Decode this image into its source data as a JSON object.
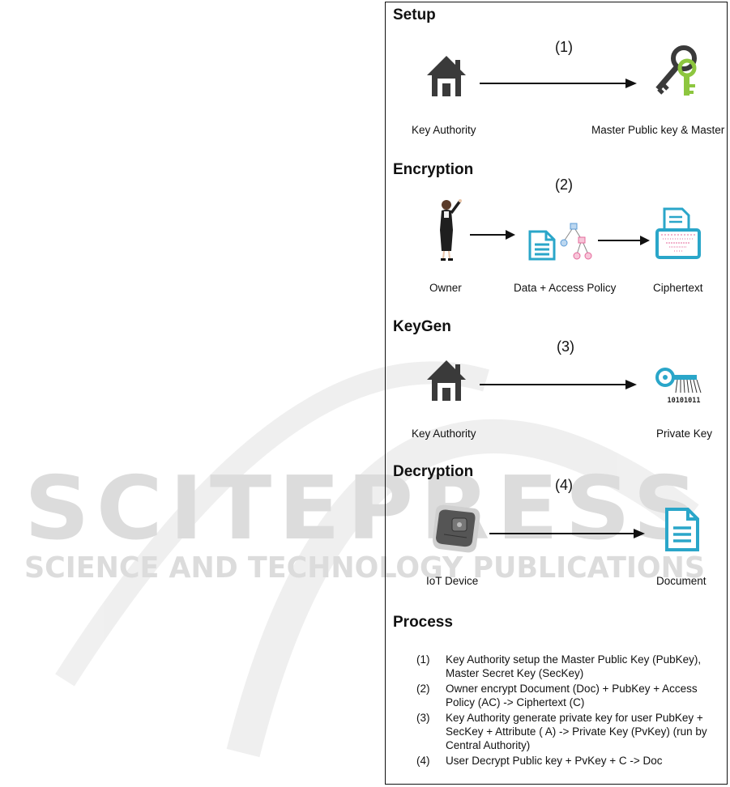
{
  "watermark": {
    "line1": "SCITEPRESS",
    "line2": "SCIENCE AND TECHNOLOGY PUBLICATIONS"
  },
  "sections": {
    "setup": {
      "title": "Setup",
      "step": "(1)",
      "from_label": "Key Authority",
      "to_label": "Master Public key & Master"
    },
    "encryption": {
      "title": "Encryption",
      "step": "(2)",
      "from_label": "Owner",
      "middle_label": "Data + Access Policy",
      "to_label": "Ciphertext"
    },
    "keygen": {
      "title": "KeyGen",
      "step": "(3)",
      "from_label": "Key Authority",
      "to_label": "Private Key",
      "key_bits": "10101011"
    },
    "decryption": {
      "title": "Decryption",
      "step": "(4)",
      "from_label": "IoT Device",
      "to_label": "Document"
    }
  },
  "process": {
    "title": "Process",
    "items": [
      {
        "num": "(1)",
        "text": "Key Authority setup the Master Public Key (PubKey), Master Secret Key (SecKey)"
      },
      {
        "num": "(2)",
        "text": "Owner encrypt Document (Doc) + PubKey + Access Policy (AC) -> Ciphertext (C)"
      },
      {
        "num": "(3)",
        "text": "Key Authority generate private key for user  PubKey + SecKey + Attribute ( A) -> Private Key (PvKey) (run by Central Authority)"
      },
      {
        "num": "(4)",
        "text": "User Decrypt Public key + PvKey + C -> Doc"
      }
    ]
  },
  "colors": {
    "teal": "#2aa6c9",
    "green": "#8dc63f",
    "dark": "#3a3a3a",
    "pink": "#e5699b",
    "blue_node": "#5b9bd5"
  }
}
